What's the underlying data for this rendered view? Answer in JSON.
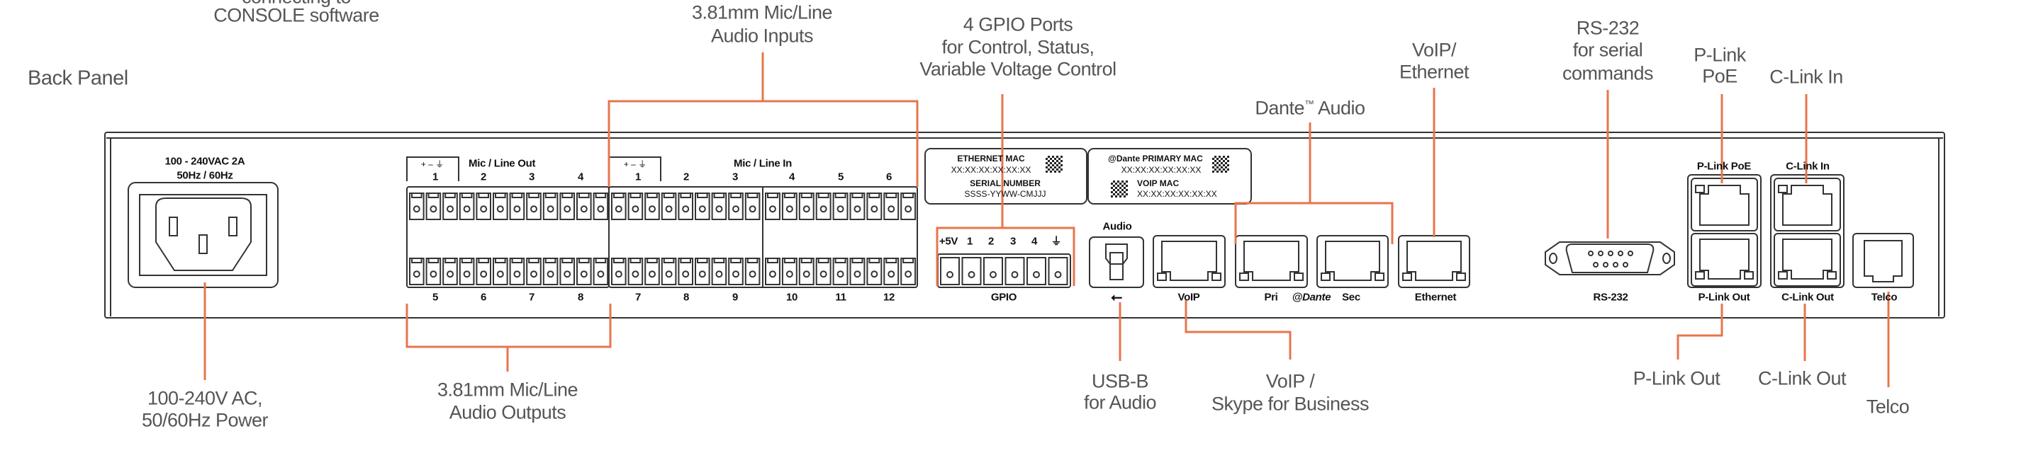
{
  "title": "Back Panel",
  "accent_color": "#e8744c",
  "callouts": {
    "console_1": "connecting to",
    "console_2": "CONSOLE software",
    "inputs_1": "3.81mm Mic/Line",
    "inputs_2": "Audio Inputs",
    "gpio_1": "4 GPIO Ports",
    "gpio_2": "for Control, Status,",
    "gpio_3": "Variable Voltage Control",
    "dante": "Dante",
    "dante_tm": "™",
    "dante_2": "Audio",
    "voip_eth_1": "VoIP/",
    "voip_eth_2": "Ethernet",
    "rs232_1": "RS-232",
    "rs232_2": "for serial",
    "rs232_3": "commands",
    "plink_poe_1": "P-Link",
    "plink_poe_2": "PoE",
    "clink_in": "C-Link In",
    "power_1": "100-240V AC,",
    "power_2": "50/60Hz Power",
    "outputs_1": "3.81mm Mic/Line",
    "outputs_2": "Audio Outputs",
    "usb_1": "USB-B",
    "usb_2": "for Audio",
    "voip_1": "VoIP /",
    "voip_2": "Skype for Business",
    "plink_out": "P-Link Out",
    "clink_out": "C-Link Out",
    "telco": "Telco"
  },
  "panel": {
    "power_1": "100 - 240VAC  2A",
    "power_2": "50Hz / 60Hz",
    "pin_legend": "+  –  ⏚",
    "mic_out": "Mic / Line Out",
    "mic_in": "Mic / Line In",
    "out_top": [
      "1",
      "2",
      "3",
      "4"
    ],
    "out_bottom": [
      "5",
      "6",
      "7",
      "8"
    ],
    "in_top": [
      "1",
      "2",
      "3",
      "4",
      "5",
      "6"
    ],
    "in_bottom": [
      "7",
      "8",
      "9",
      "10",
      "11",
      "12"
    ],
    "label1": {
      "l1": "ETHERNET MAC",
      "l2": "XX:XX:XX:XX:XX:XX",
      "l3": "SERIAL NUMBER",
      "l4": "SSSS-YYWW-CMJJJ"
    },
    "label2": {
      "l1": "@Dante PRIMARY MAC",
      "l2": "XX:XX:XX:XX:XX:XX",
      "l3": "VOIP MAC",
      "l4": "XX:XX:XX:XX:XX:XX"
    },
    "gpio_pins": [
      "+5V",
      "1",
      "2",
      "3",
      "4",
      "⏚"
    ],
    "gpio": "GPIO",
    "audio": "Audio",
    "voip": "VoIP",
    "pri": "Pri",
    "dante_logo": "@Dante",
    "sec": "Sec",
    "ethernet": "Ethernet",
    "rs232": "RS-232",
    "plink_poe": "P-Link PoE",
    "clink_in": "C-Link In",
    "plink_out": "P-Link Out",
    "clink_out": "C-Link Out",
    "telco": "Telco"
  }
}
